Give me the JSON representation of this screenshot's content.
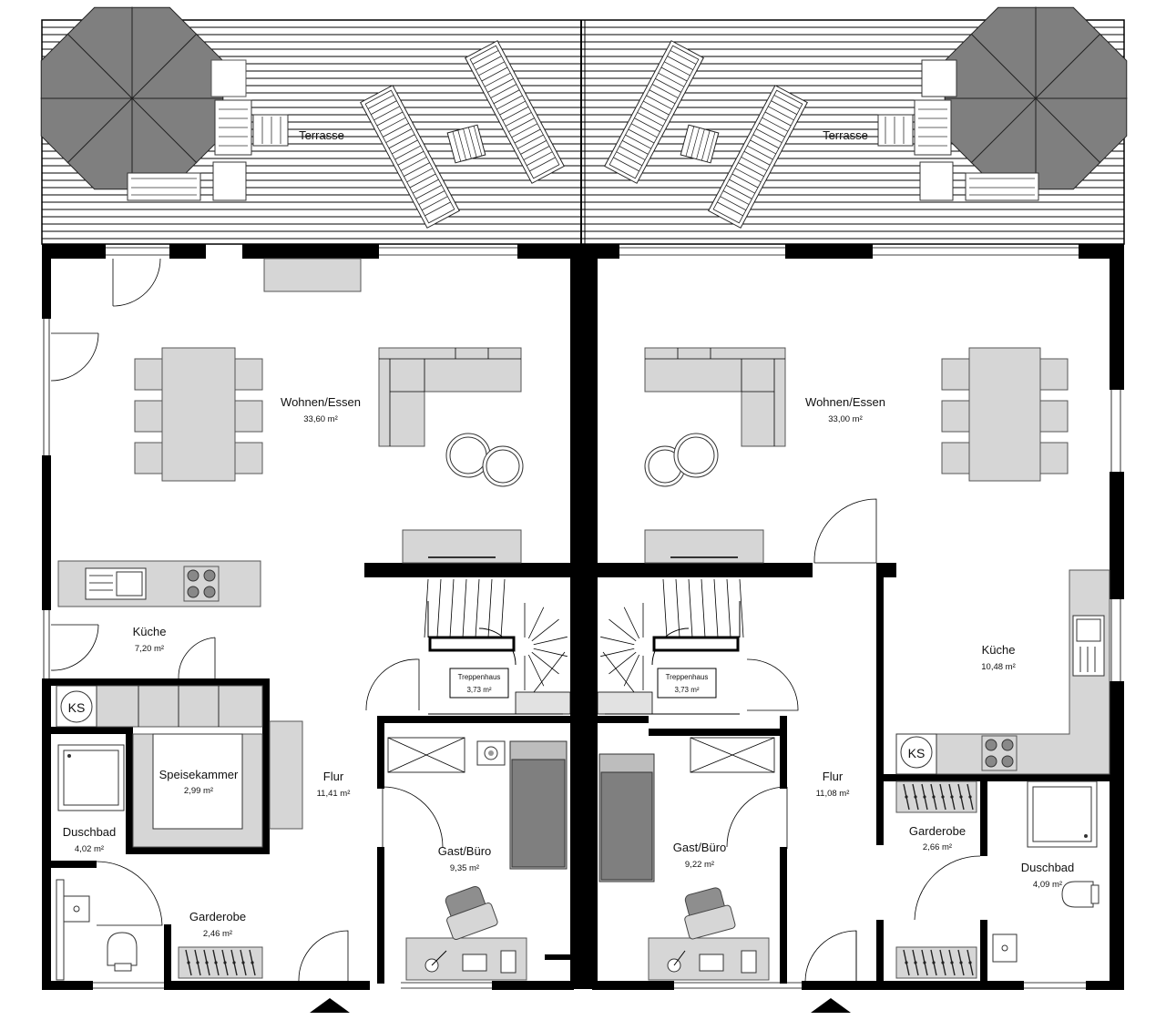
{
  "rooms": {
    "left": {
      "terrace": {
        "name": "Terrasse"
      },
      "living": {
        "name": "Wohnen/Essen",
        "area": "33,60 m²"
      },
      "kitchen": {
        "name": "Küche",
        "area": "7,20 m²"
      },
      "pantry": {
        "name": "Speisekammer",
        "area": "2,99 m²"
      },
      "hall": {
        "name": "Flur",
        "area": "11,41 m²"
      },
      "shower": {
        "name": "Duschbad",
        "area": "4,02 m²"
      },
      "wardrobe": {
        "name": "Garderobe",
        "area": "2,46 m²"
      },
      "stairs": {
        "name": "Treppenhaus",
        "area": "3,73 m²"
      },
      "guest": {
        "name": "Gast/Büro",
        "area": "9,35 m²"
      },
      "ks": "KS"
    },
    "right": {
      "terrace": {
        "name": "Terrasse"
      },
      "living": {
        "name": "Wohnen/Essen",
        "area": "33,00 m²"
      },
      "kitchen": {
        "name": "Küche",
        "area": "10,48 m²"
      },
      "hall": {
        "name": "Flur",
        "area": "11,08 m²"
      },
      "wardrobe": {
        "name": "Garderobe",
        "area": "2,66 m²"
      },
      "shower": {
        "name": "Duschbad",
        "area": "4,09 m²"
      },
      "stairs": {
        "name": "Treppenhaus",
        "area": "3,73 m²"
      },
      "guest": {
        "name": "Gast/Büro",
        "area": "9,22 m²"
      },
      "ks": "KS"
    }
  },
  "colors": {
    "wall": "#000000",
    "furniture": "#d6d6d6",
    "umbrella": "#7f7f7f",
    "background": "#ffffff"
  }
}
